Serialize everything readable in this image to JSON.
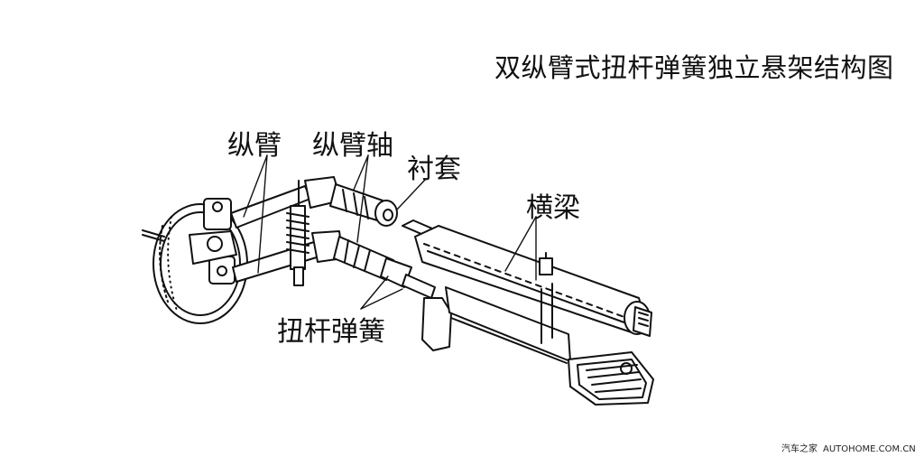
{
  "title": "双纵臂式扭杆弹簧独立悬架结构图",
  "labels": {
    "trailing_arm": "纵臂",
    "trailing_arm_shaft": "纵臂轴",
    "bushing": "衬套",
    "cross_beam": "横梁",
    "torsion_bar_spring": "扭杆弹簧"
  },
  "watermark": {
    "site_name": "汽车之家",
    "domain": "AUTOHOME.COM.CN"
  }
}
